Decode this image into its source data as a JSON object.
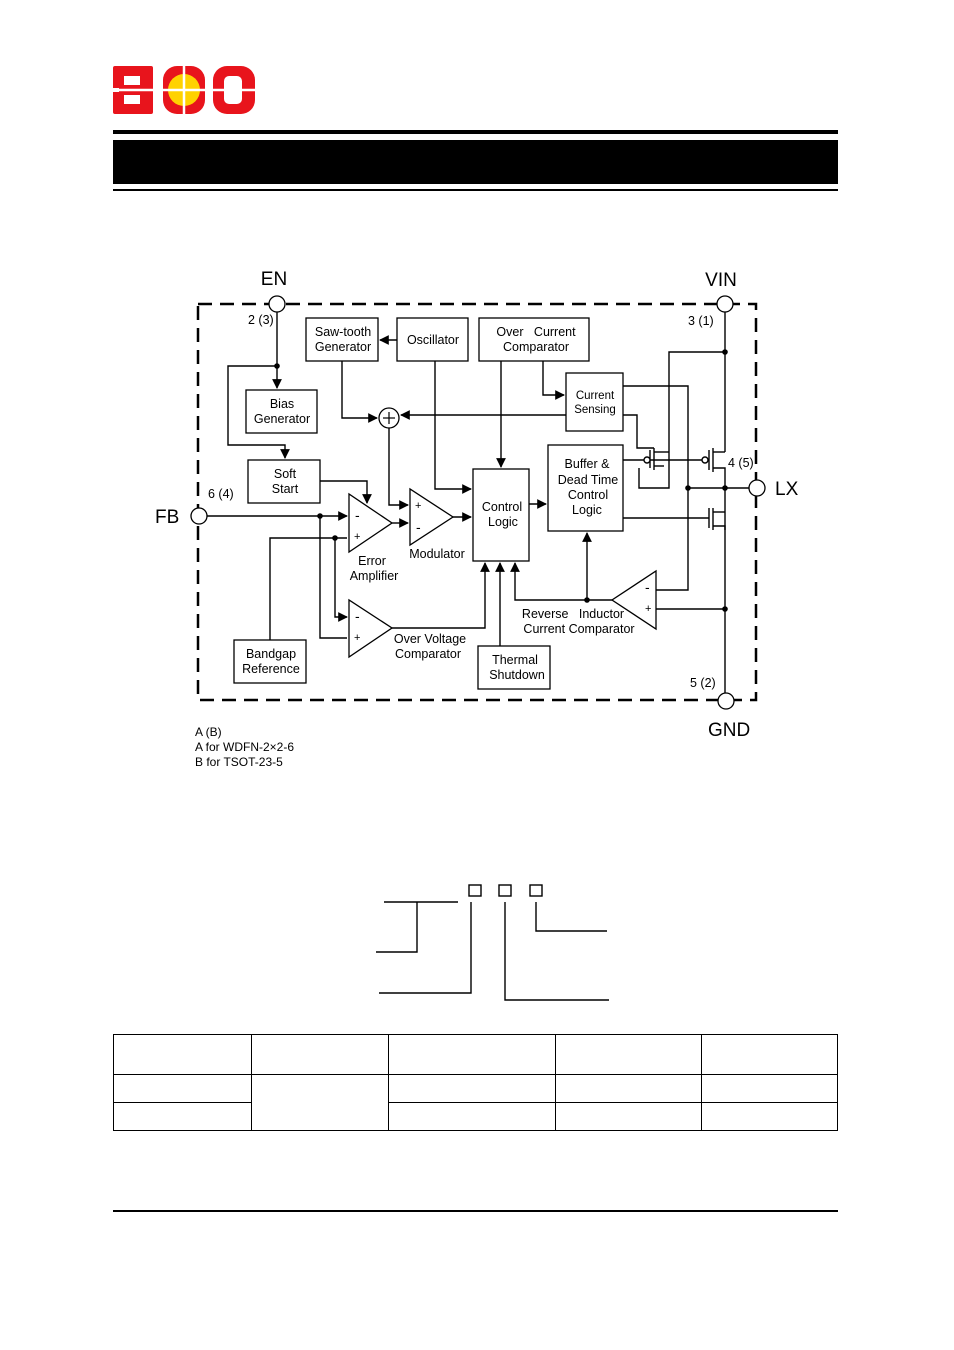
{
  "header": {
    "logo_text": "BCD",
    "logo_colors": {
      "red": "#e8141c",
      "yellow": "#ffd200"
    }
  },
  "diagram": {
    "pins": {
      "en": {
        "name": "EN",
        "number": "2 (3)"
      },
      "vin": {
        "name": "VIN",
        "number": "3 (1)"
      },
      "lx": {
        "name": "LX",
        "number": "4 (5)"
      },
      "fb": {
        "name": "FB",
        "number": "6 (4)"
      },
      "gnd": {
        "name": "GND",
        "number": "5 (2)"
      }
    },
    "blocks": {
      "sawtooth": [
        "Saw-tooth",
        "Generator"
      ],
      "oscillator": "Oscillator",
      "over_current": [
        "Over   Current",
        "Comparator"
      ],
      "current_sensing": [
        "Current",
        "Sensing"
      ],
      "bias": [
        "Bias",
        "Generator"
      ],
      "soft_start": [
        "Soft",
        "Start"
      ],
      "buffer": [
        "Buffer &",
        "Dead Time",
        "Control",
        "Logic"
      ],
      "control_logic": [
        "Control",
        "Logic"
      ],
      "error_amp": [
        "Error",
        "Amplifier"
      ],
      "modulator": "Modulator",
      "reverse": [
        "Reverse   Inductor",
        "Current Comparator"
      ],
      "over_voltage": [
        "Over Voltage",
        "Comparator"
      ],
      "thermal": [
        "Thermal",
        "Shutdown"
      ],
      "bandgap": [
        "Bandgap",
        "Reference"
      ]
    },
    "symbols": {
      "minus": "-",
      "plus": "+"
    }
  },
  "notes": {
    "line1": "A (B)",
    "line2": "A for WDFN-2×2-6",
    "line3": "B for TSOT-23-5"
  }
}
